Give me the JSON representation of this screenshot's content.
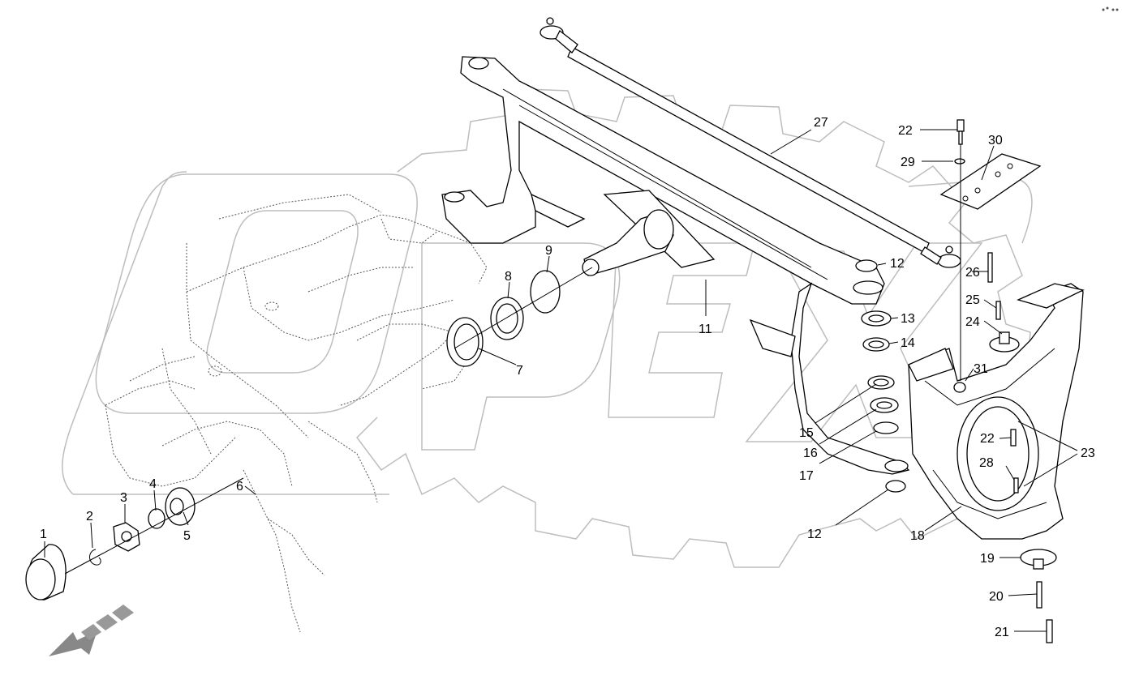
{
  "watermark": {
    "text": "OPEX",
    "color": "#bdbdbd"
  },
  "corner_mark": "",
  "labels": {
    "l1": "1",
    "l2": "2",
    "l3": "3",
    "l4": "4",
    "l5": "5",
    "l6": "6",
    "l7": "7",
    "l8": "8",
    "l9": "9",
    "l11": "11",
    "l12a": "12",
    "l12b": "12",
    "l13": "13",
    "l14": "14",
    "l15": "15",
    "l16": "16",
    "l17": "17",
    "l18": "18",
    "l19": "19",
    "l20": "20",
    "l21": "21",
    "l22a": "22",
    "l22b": "22",
    "l23": "23",
    "l24": "24",
    "l25": "25",
    "l26": "26",
    "l27": "27",
    "l28": "28",
    "l29": "29",
    "l30": "30",
    "l31": "31"
  },
  "colors": {
    "line": "#000000",
    "hidden": "#555555",
    "watermark": "#bdbdbd"
  }
}
